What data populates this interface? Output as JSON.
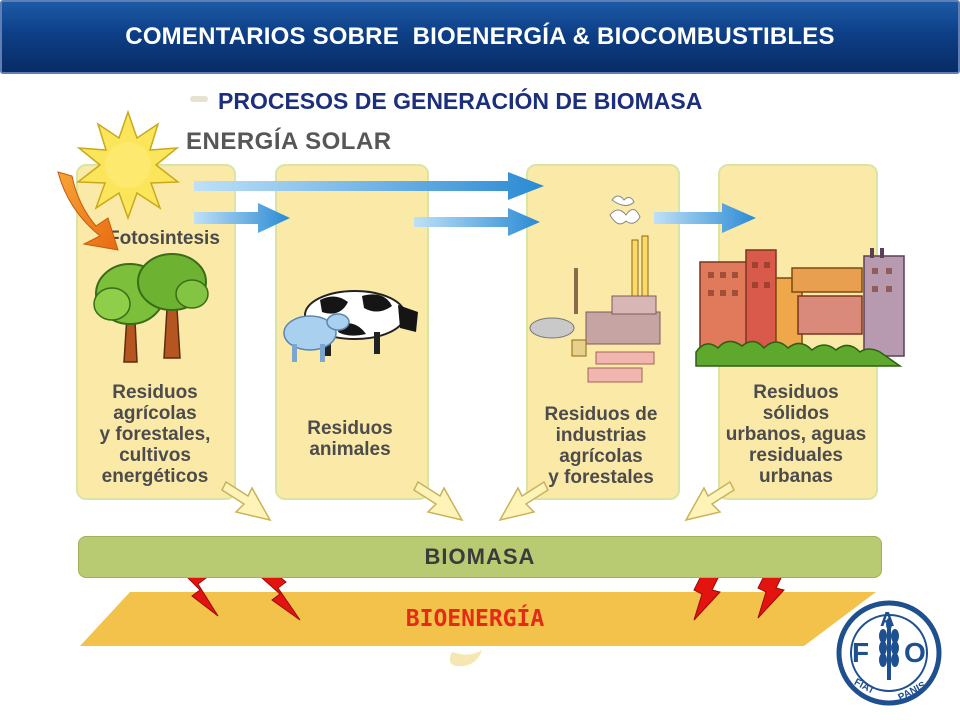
{
  "header": {
    "title": "COMENTARIOS SOBRE  BIOENERGÍA & BIOCOMBUSTIBLES"
  },
  "diagram": {
    "subtitle": "PROCESOS DE GENERACIÓN DE BIOMASA",
    "solar_label": "ENERGÍA SOLAR",
    "photosynthesis_label": "Fotosintesis",
    "columns": [
      {
        "label": "Residuos\nagrícolas\ny forestales,\ncultivos\nenergéticos"
      },
      {
        "label": "Residuos\nanimales"
      },
      {
        "label": "Residuos de\nindustrias\nagrícolas\ny forestales"
      },
      {
        "label": "Residuos\nsólidos\nurbanos, aguas\nresiduales\nurbanas"
      }
    ],
    "biomass_label": "BIOMASA",
    "bioenergy_label": "BIOENERGÍA"
  },
  "logo": {
    "letter_f": "F",
    "letter_a": "A",
    "letter_o": "O",
    "motto_left": "FIAT",
    "motto_right": "PANIS"
  },
  "colors": {
    "header_blue": "#0d3f86",
    "column_fill": "#fbe9a8",
    "biomass_green": "#b9cb72",
    "bioenergy_yellow": "#f2c24a",
    "bolt_red": "#e3140f",
    "arrow_blue": "#2c8fd6",
    "fao_blue": "#1e4f8f"
  }
}
